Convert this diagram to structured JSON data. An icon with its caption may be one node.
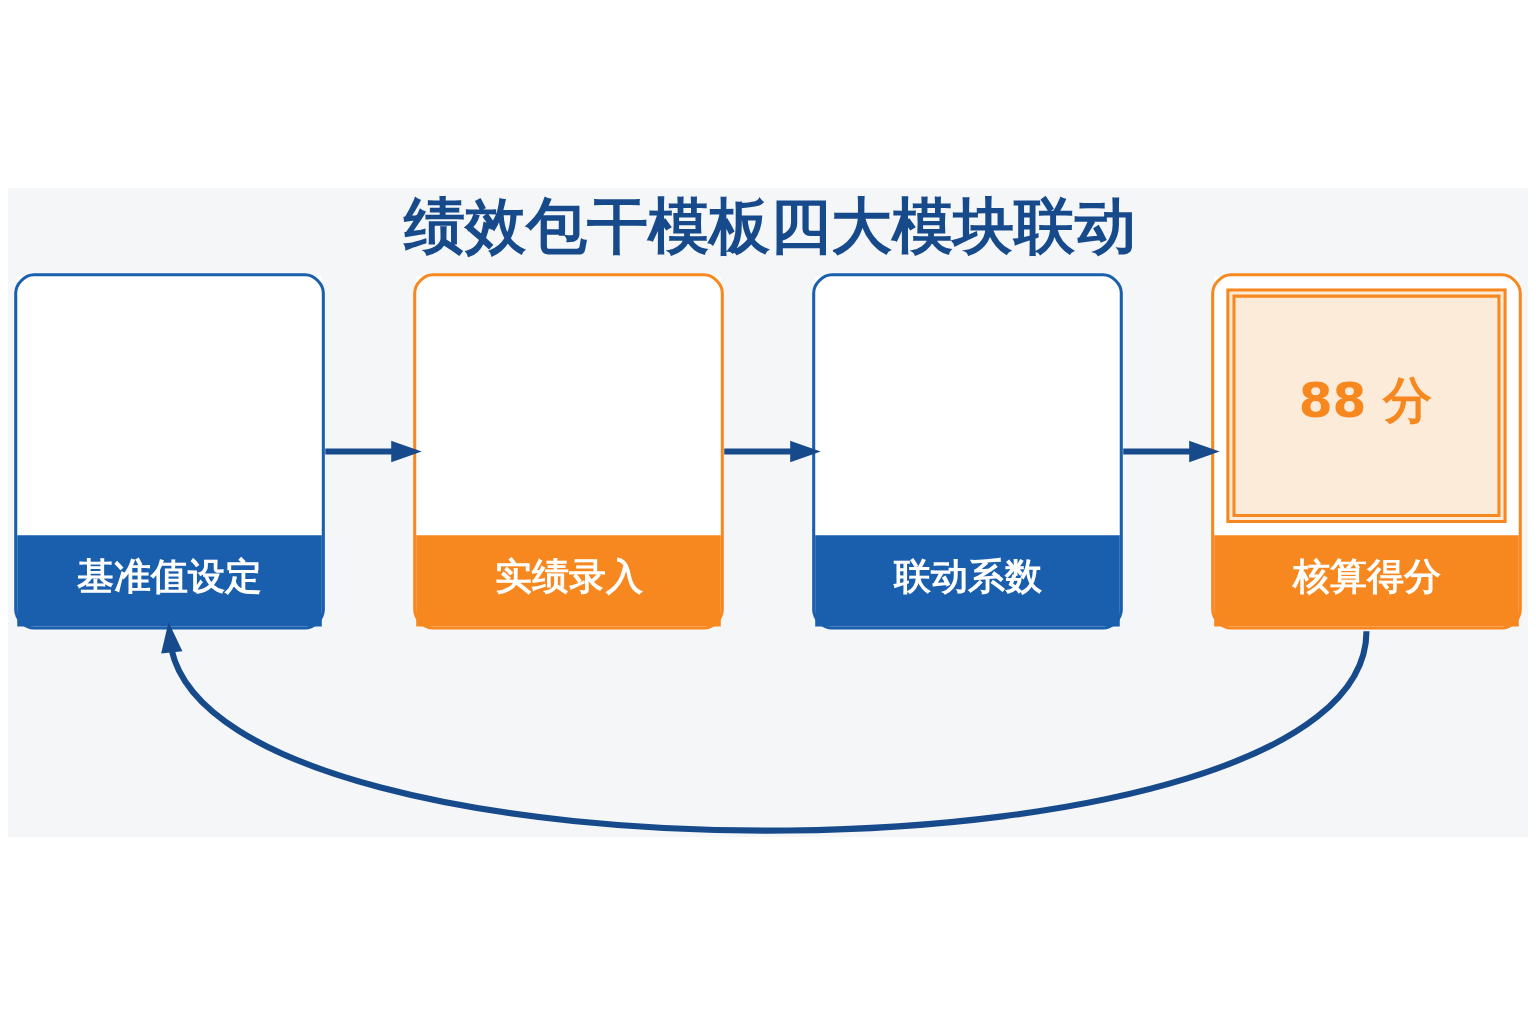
{
  "diagram": {
    "title": "绩效包干模板四大模块联动",
    "nodes": [
      {
        "text": [
          "基准值设定"
        ]
      },
      {
        "text": [
          "实绩录入"
        ]
      },
      {
        "text": [
          "联动系数"
        ]
      },
      {
        "text": [
          "88 分",
          "核算得分"
        ]
      }
    ],
    "edges": [
      {
        "from": 0,
        "to": 1,
        "arrow": "to"
      },
      {
        "from": 1,
        "to": 2,
        "arrow": "to"
      },
      {
        "from": 2,
        "to": 3,
        "arrow": "to"
      },
      {
        "from": 3,
        "to": 0,
        "arrow": "to"
      }
    ]
  }
}
